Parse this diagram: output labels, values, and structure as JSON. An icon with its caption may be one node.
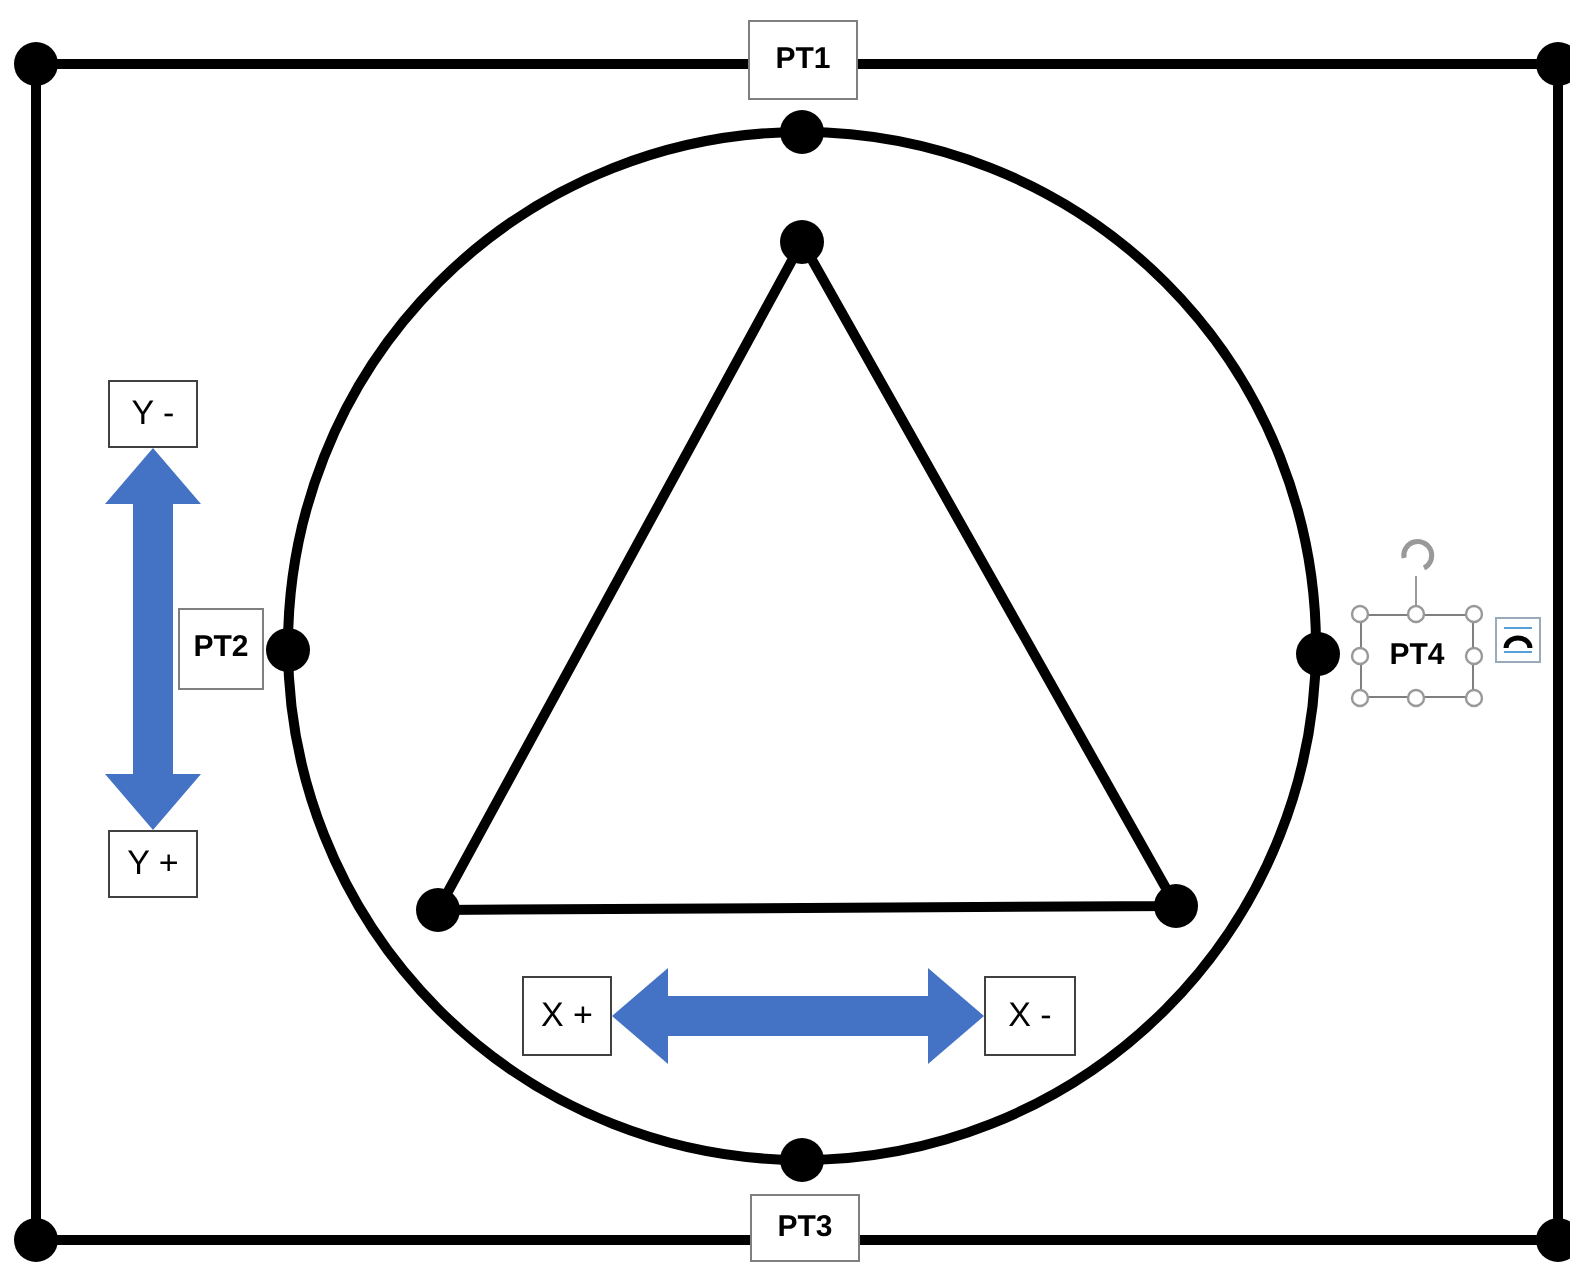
{
  "diagram": {
    "nodes": [
      {
        "text": [
          "PT1"
        ]
      },
      {
        "text": [
          "Y -"
        ]
      },
      {
        "text": [
          "PT2"
        ]
      },
      {
        "text": [
          "PT4"
        ]
      },
      {
        "text": [
          "Y +"
        ]
      },
      {
        "text": [
          "X +"
        ]
      },
      {
        "text": [
          "X -"
        ]
      },
      {
        "text": [
          "PT3"
        ]
      }
    ],
    "edges": [
      {
        "from": 1,
        "to": 4,
        "arrow": "both",
        "style": "thick",
        "color": "#4472c4"
      },
      {
        "from": 5,
        "to": 6,
        "arrow": "both",
        "style": "thick",
        "color": "#4472c4"
      }
    ]
  }
}
